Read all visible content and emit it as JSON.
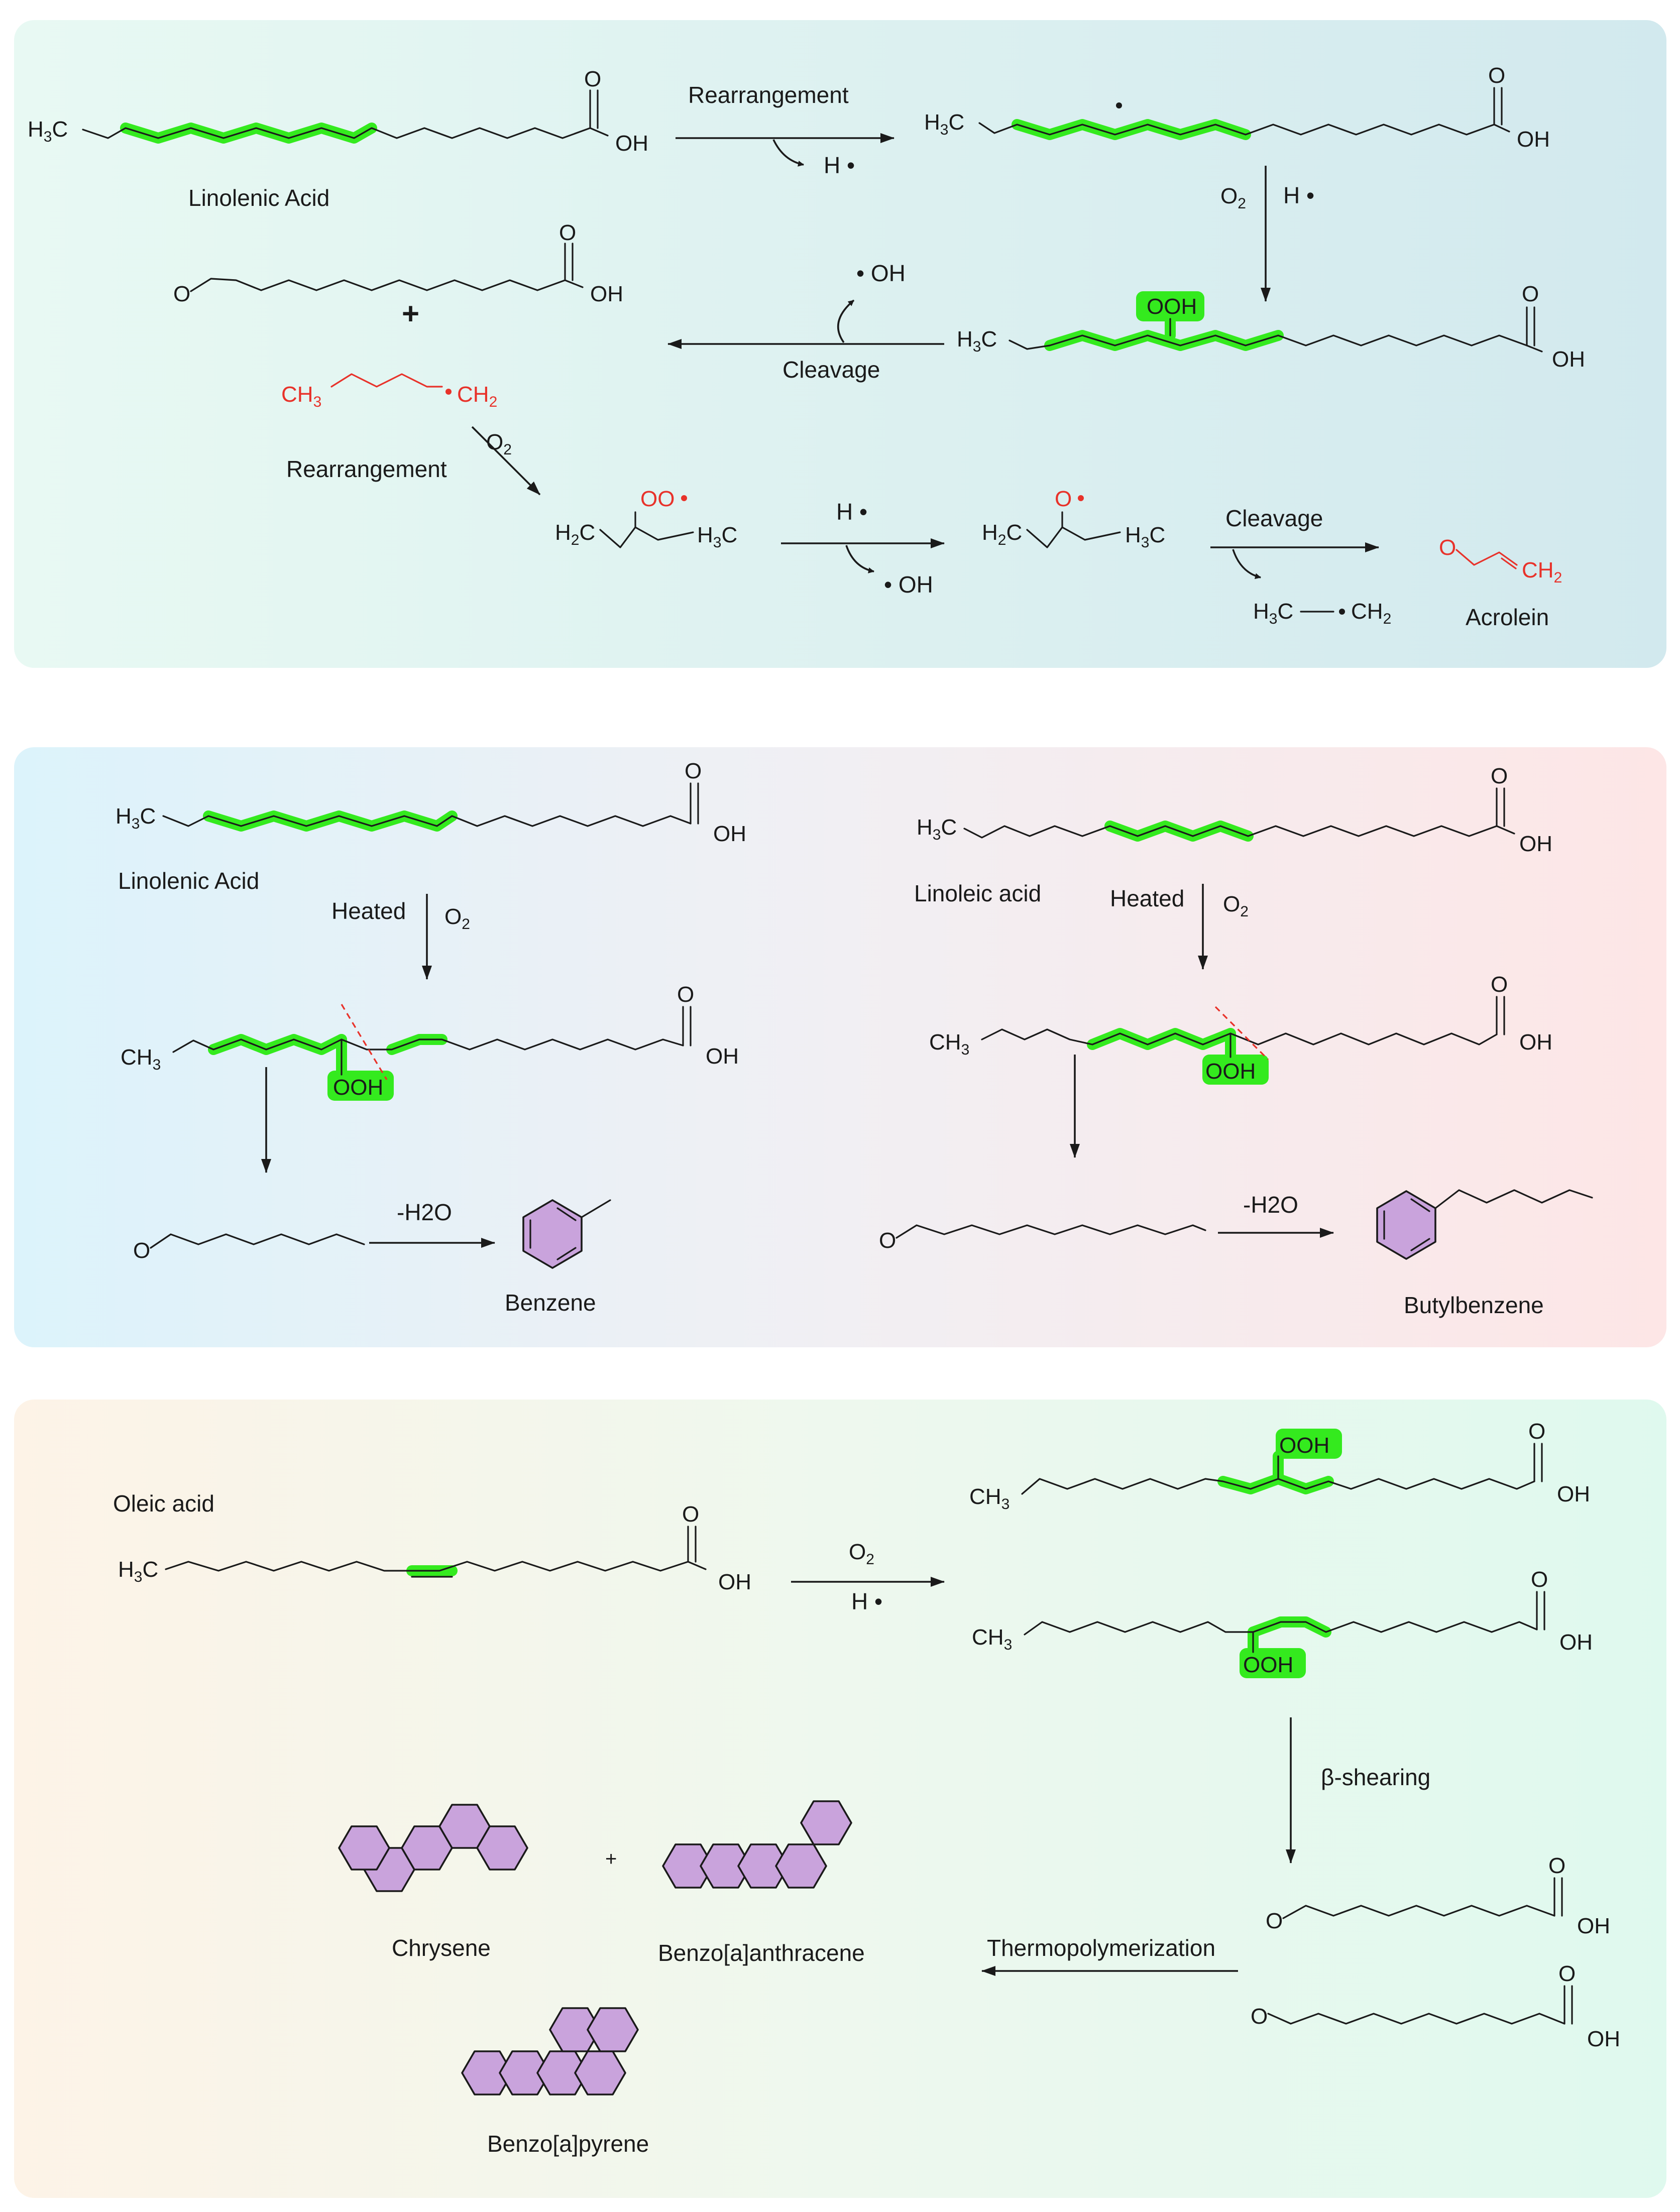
{
  "colors": {
    "highlight": "#34ea1e",
    "radical_fragment": "#e8322a",
    "aromatic_fill": "#c9a3dc",
    "panel1": "#dff1f0",
    "panel2": "#f1eff2",
    "panel3": "#eef8ee"
  },
  "panel1": {
    "linolenic": "Linolenic Acid",
    "rearrangement1": "Rearrangement",
    "h_radical": "H •",
    "o2": "O2",
    "h_radical2": "H •",
    "oh_radical": "• OH",
    "cleavage1": "Cleavage",
    "plus": "+",
    "rearrangement2": "Rearrangement",
    "o2b": "O2",
    "h_radical3": "H •",
    "oh_radical2": "• OH",
    "cleavage2": "Cleavage",
    "methyl_radical": "H3C —• CH2",
    "acrolein": "Acrolein",
    "atoms": {
      "h3c": "H3C",
      "oh": "OH",
      "o": "O",
      "ooh": "OOH",
      "ch3": "CH3",
      "ch2": "CH2",
      "h2c": "H2C",
      "oo": "OO •",
      "o_rad": "O •"
    }
  },
  "panel2": {
    "linolenic": "Linolenic Acid",
    "heated1": "Heated",
    "o2a": "O2",
    "minus_water1": "-H2O",
    "benzene": "Benzene",
    "linoleic": "Linoleic acid",
    "heated2": "Heated",
    "o2b": "O2",
    "minus_water2": "-H2O",
    "butylbenzene": "Butylbenzene"
  },
  "panel3": {
    "oleic": "Oleic acid",
    "o2": "O2",
    "h_radical": "H •",
    "beta": "β-shearing",
    "thermo": "Thermopolymerization",
    "chrysene": "Chrysene",
    "plus": "+",
    "benzanthracene": "Benzo[a]anthracene",
    "benzopyrene": "Benzo[a]pyrene"
  }
}
